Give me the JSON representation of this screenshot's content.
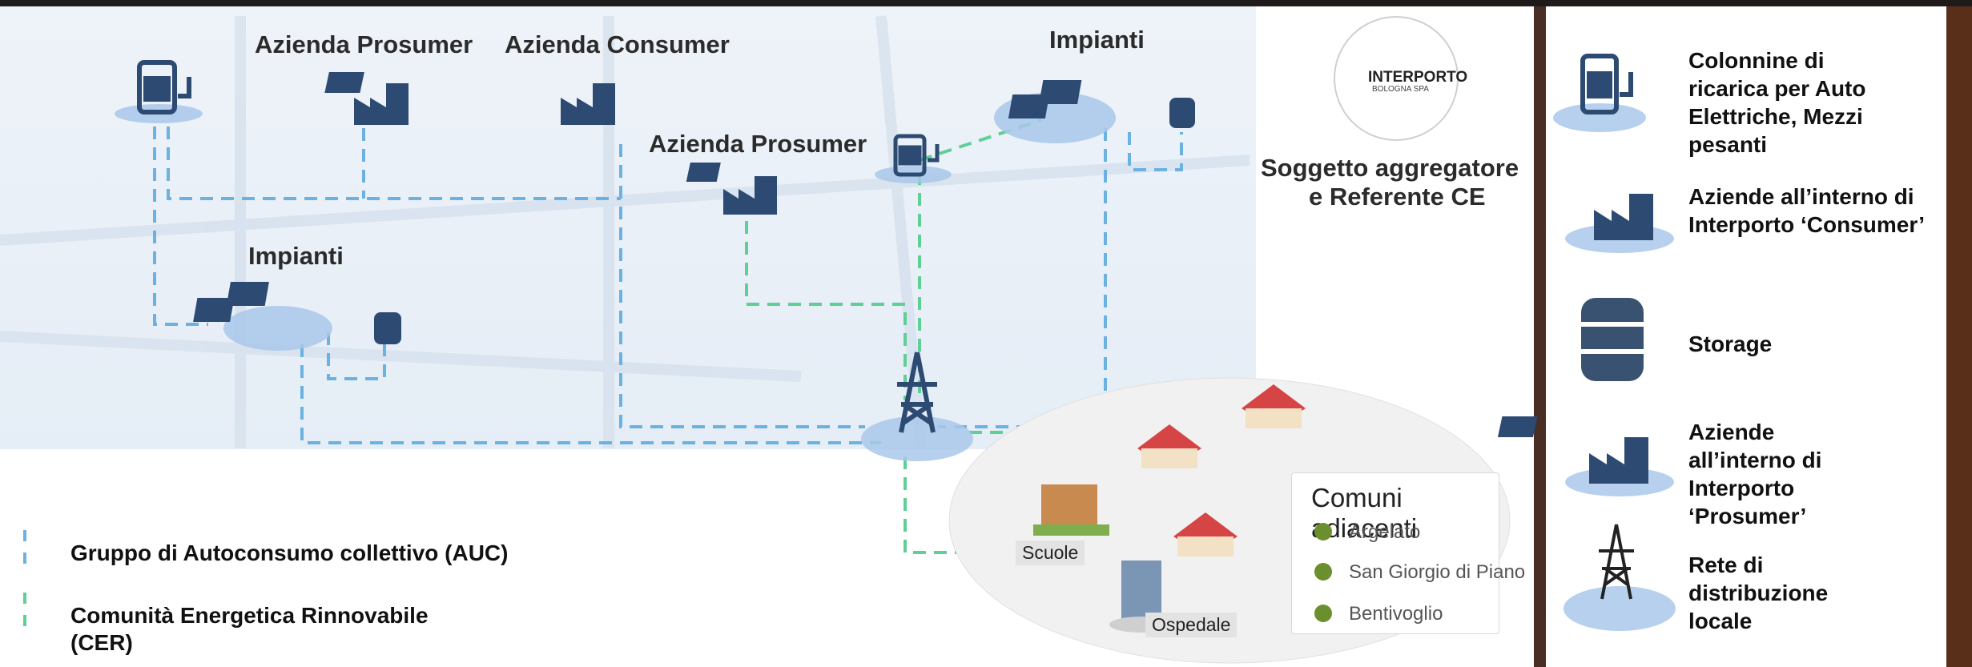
{
  "labels": {
    "azienda_prosumer_1": "Azienda Prosumer",
    "azienda_consumer": "Azienda Consumer",
    "azienda_prosumer_2": "Azienda Prosumer",
    "impianti_1": "Impianti",
    "impianti_2": "Impianti",
    "aggregatore_line1": "Soggetto aggregatore",
    "aggregatore_line2": "e Referente CE",
    "scuole": "Scuole",
    "ospedale": "Ospedale"
  },
  "logo": {
    "text": "INTERPORTO",
    "sub": "BOLOGNA SPA"
  },
  "comuni": {
    "title": "Comuni adiacenti",
    "items": [
      "Argelato",
      "San Giorgio di Piano",
      "Bentivoglio"
    ]
  },
  "bottom_legend": {
    "auc": "Gruppo di Autoconsumo collettivo (AUC)",
    "cer_line1": "Comunità Energetica Rinnovabile",
    "cer_line2": "(CER)"
  },
  "legend": {
    "colonnine": [
      "Colonnine di",
      "ricarica per Auto",
      "Elettriche, Mezzi",
      "pesanti"
    ],
    "consumer": [
      "Aziende all’interno di",
      "Interporto ‘Consumer’"
    ],
    "storage": [
      "Storage"
    ],
    "prosumer": [
      "Aziende",
      "all’interno di",
      "Interporto",
      "‘Prosumer’"
    ],
    "rete": [
      "Rete di",
      "distribuzione",
      "locale"
    ]
  },
  "colors": {
    "auc_line": "#6cb2e0",
    "cer_line": "#5fcf96",
    "icon_dark": "#2d4a73",
    "platform": "#a9c8ea"
  }
}
